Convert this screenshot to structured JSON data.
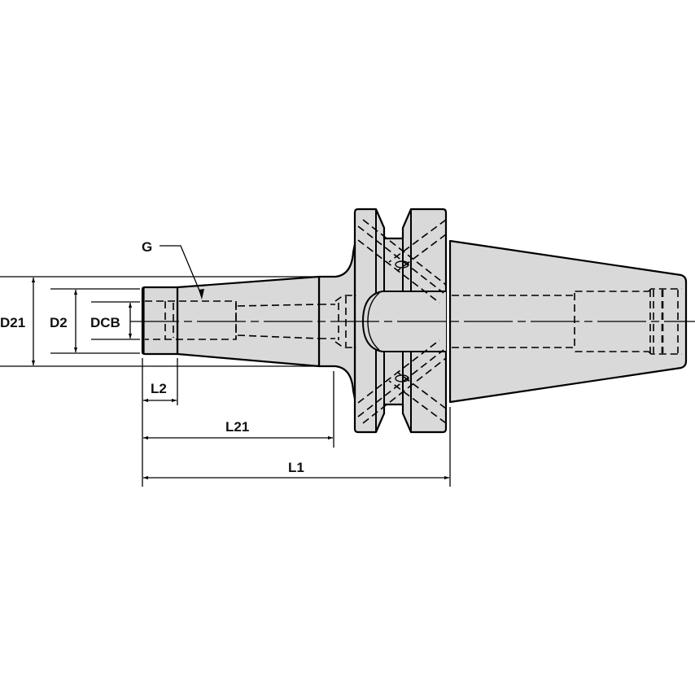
{
  "drawing": {
    "title": "Tool holder (shrink-fit / collet taper shank) dimension drawing",
    "colors": {
      "body_fill": "#d9d9d9",
      "line": "#000000",
      "background": "#ffffff"
    }
  },
  "labels": {
    "thread": "G",
    "d21": "D21",
    "d2": "D2",
    "dcb": "DCB",
    "l2": "L2",
    "l21": "L21",
    "l1": "L1"
  }
}
